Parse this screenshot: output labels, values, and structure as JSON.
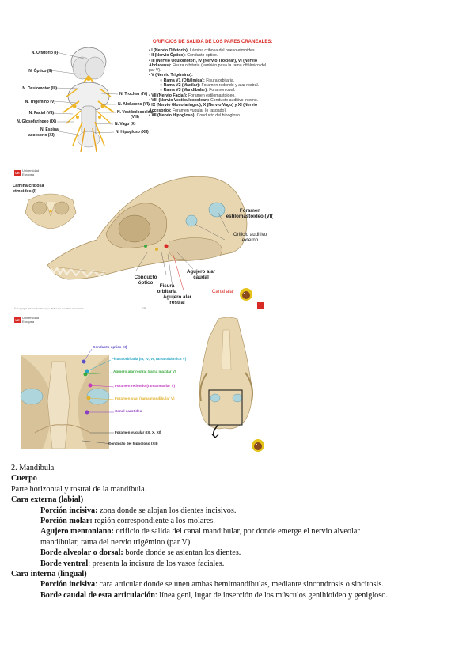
{
  "figure1": {
    "title": "ORIFICIOS DE SALIDA DE LOS PARES CRANEALES:",
    "left_labels": [
      "N. Olfatorio (I)",
      "N. Óptico (II)",
      "N. Oculomotor (III)",
      "N. Trigémino (V)",
      "N. Facial (VII)",
      "N. Glosofaríngeo (IX)",
      "N. Espinal",
      "accesorio (XI)"
    ],
    "right_labels": [
      "N. Troclear (IV)",
      "N. Abducens (VI)",
      "N. Vestibulococlear",
      "(VIII)",
      "N. Vago (X)",
      "N. Hipogloso (XII)"
    ],
    "items": [
      {
        "b": "I (Nervio Olfatorio):",
        "t": " Lámina cribosa del hueso etmoides."
      },
      {
        "b": "II (Nervio Óptico):",
        "t": " Conducto óptico."
      },
      {
        "b": "III (Nervio Oculomotor), IV (Nervio Troclear), VI (Nervio Abducens):",
        "t": " Fisura orbitaria (también pasa la rama oftálmico del par V)."
      },
      {
        "b": "V (Nervio Trigémino):",
        "t": ""
      },
      {
        "b": "Rama V1 (Oftálmica):",
        "t": " Fisura orbitaria.",
        "sub": true
      },
      {
        "b": "Rama V2 (Maxilar):",
        "t": " Foramen redondo y alar rostral.",
        "sub": true
      },
      {
        "b": "Rama V3 (Mandibular):",
        "t": " Foramen oval.",
        "sub": true
      },
      {
        "b": "VII (Nervio Facial):",
        "t": " Foramen estilomastoideo."
      },
      {
        "b": "VIII (Nervio Vestibulococlear):",
        "t": " Conducto auditivo interno."
      },
      {
        "b": "IX (Nervio Glosofaríngeo), X (Nervio Vago) y XI (Nervio Accesorio):",
        "t": " Foramen yugular (o rasgado)."
      },
      {
        "b": "XII (Nervio Hipogloso):",
        "t": " Conducto del hipogloso."
      }
    ]
  },
  "figure2": {
    "logo_mark": "UE",
    "logo_text": "Universidad Europea",
    "labels": {
      "lamina": "Lámina cribosa etmoides (I)",
      "foramen": "Foramen estilomastoideo (VII)",
      "orificio": "Orificio auditivo externo",
      "conducto": "Conducto óptico",
      "fisura": "Fisura orbitaria",
      "agujero_rostral": "Agujero alar rostral",
      "agujero_caudal": "Agujero alar caudal",
      "canal_alar": "Canal alar"
    },
    "footer": "© Copyright Universidad Europea. Todos los derechos reservados",
    "page_number": "15"
  },
  "figure3": {
    "logo_mark": "UE",
    "logo_text": "Universidad Europea",
    "labels": [
      {
        "text": "Conducto óptico (II)",
        "color": "#5a4fc8"
      },
      {
        "text": "Fisura orbitaria (III, IV, VI, rama oftálmica V)",
        "color": "#2aa6c4"
      },
      {
        "text": "Agujero alar rostral (rama maxilar V)",
        "color": "#3bab3f"
      },
      {
        "text": "Foramen redondo (rama maxilar V)",
        "color": "#c23ac0"
      },
      {
        "text": "Foramen oval (rama mandibular V)",
        "color": "#e0b12e"
      },
      {
        "text": "Canal carotídeo",
        "color": "#8b3fc2"
      },
      {
        "text": "Foramen yugular (IX, X, XI)",
        "color": "#1c1c1c"
      },
      {
        "text": "Conducto del hipogloso (XII)",
        "color": "#1c1c1c"
      }
    ]
  },
  "text": {
    "section": "2. Mandíbula",
    "cuerpo": "Cuerpo",
    "cuerpo_desc": "Parte horizontal y rostral de la mandíbula.",
    "cara_externa": "Cara externa (labial)",
    "externa_items": [
      {
        "term": "Porción incisiva:",
        "desc": " zona donde se alojan los dientes incisivos."
      },
      {
        "term": "Porción molar:",
        "desc": " región correspondiente a los molares."
      },
      {
        "term": "Agujero mentoniano:",
        "desc": " orificio de salida del canal mandibular, por donde emerge el nervio alveolar",
        "cont": "mandibular, rama del nervio trigémino (par V)."
      },
      {
        "term": "Borde alveolar o dorsal:",
        "desc": " borde donde se asientan los dientes."
      },
      {
        "term": "Borde ventral",
        "desc": ": presenta la incisura de los vasos faciales."
      }
    ],
    "cara_interna": "Cara interna (lingual)",
    "interna_items": [
      {
        "term": "Porción incisiva",
        "desc": ": cara articular donde se unen ambas hemimandíbulas, mediante sincondrosis o sincitosis."
      },
      {
        "term": "Borde caudal de esta articulación",
        "desc": ": línea genl, lugar de inserción de los músculos genihioideo y genigloso."
      }
    ]
  },
  "colors": {
    "accent_red": "#d92b25",
    "bone": "#e8d6b0",
    "nerve_yellow": "#f0b626"
  }
}
